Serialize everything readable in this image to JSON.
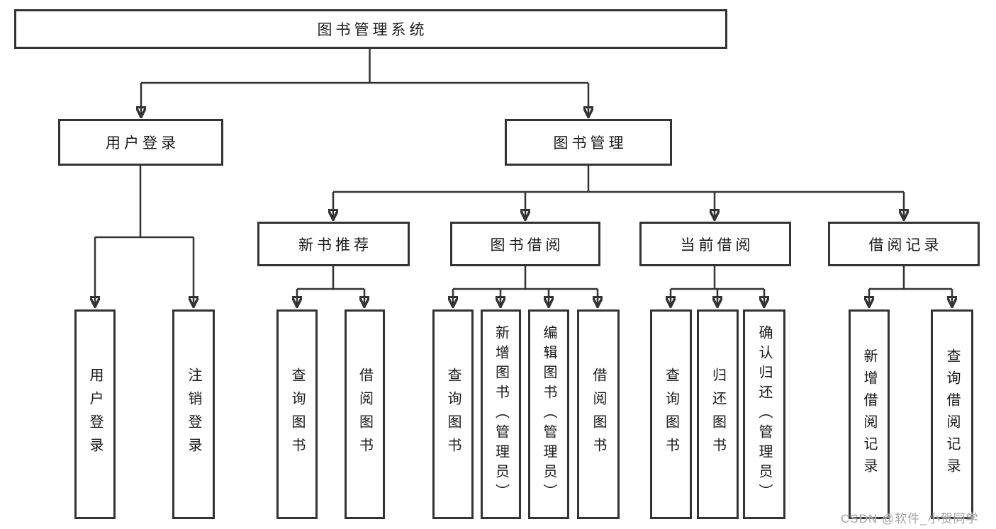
{
  "diagram": {
    "root": {
      "label": "图书管理系统"
    },
    "level2": [
      {
        "label": "用户登录"
      },
      {
        "label": "图书管理"
      }
    ],
    "level3": [
      {
        "label": "新书推荐"
      },
      {
        "label": "图书借阅"
      },
      {
        "label": "当前借阅"
      },
      {
        "label": "借阅记录"
      }
    ],
    "leaves": {
      "user_login": [
        "用户登录",
        "注销登录"
      ],
      "new_book_recommendation": [
        "查询图书",
        "借阅图书"
      ],
      "book_borrowing": [
        "查询图书",
        "新增图书（管理员）",
        "编辑图书（管理员）",
        "借阅图书"
      ],
      "current_borrowing": [
        "查询图书",
        "归还图书",
        "确认归还（管理员）"
      ],
      "borrowing_records": [
        "新增借阅记录",
        "查询借阅记录"
      ]
    }
  },
  "watermark": {
    "text": "CSDN @软件_小贺同学"
  },
  "colors": {
    "line": "#333333",
    "box_border": "#333333",
    "text": "#1a1a1a",
    "watermark": "#a3a3a3",
    "background": "#ffffff"
  }
}
